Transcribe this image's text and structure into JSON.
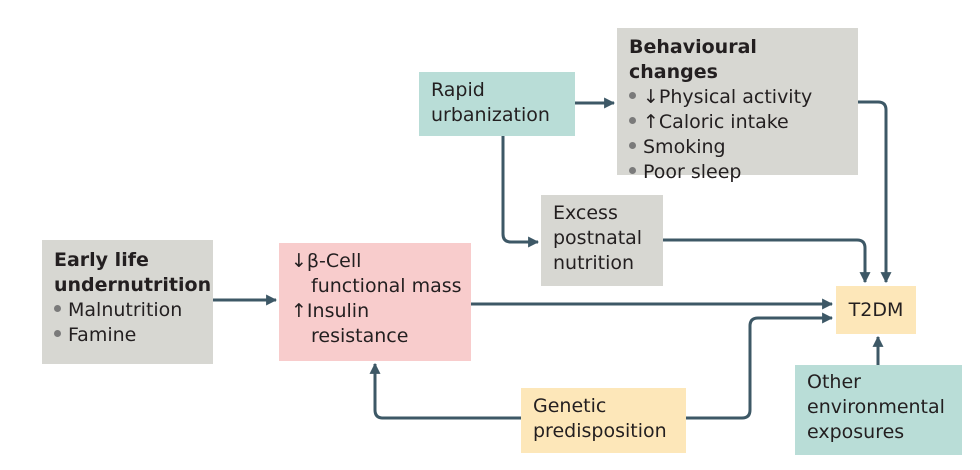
{
  "colors": {
    "grey": "#d7d7d2",
    "teal": "#b9ddd7",
    "pink": "#f8cccc",
    "yellow": "#fde7b9",
    "arrow": "#3d5866"
  },
  "nodes": {
    "early_life": {
      "title": "Early life undernutrition",
      "title_lines": [
        "Early life",
        "undernutrition"
      ],
      "bullets": [
        "Malnutrition",
        "Famine"
      ]
    },
    "beta_cell": {
      "lines": [
        "↓β-Cell",
        "functional mass",
        "↑Insulin",
        "resistance"
      ]
    },
    "rapid_urbanization": {
      "lines": [
        "Rapid",
        "urbanization"
      ]
    },
    "behavioural": {
      "title": "Behavioural changes",
      "bullets": [
        "↓Physical activity",
        "↑Caloric intake",
        "Smoking",
        "Poor sleep"
      ]
    },
    "excess_postnatal": {
      "lines": [
        "Excess",
        "postnatal",
        "nutrition"
      ]
    },
    "t2dm": {
      "label": "T2DM"
    },
    "genetic": {
      "lines": [
        "Genetic",
        "predisposition"
      ]
    },
    "other_env": {
      "lines": [
        "Other",
        "environmental",
        "exposures"
      ]
    }
  }
}
